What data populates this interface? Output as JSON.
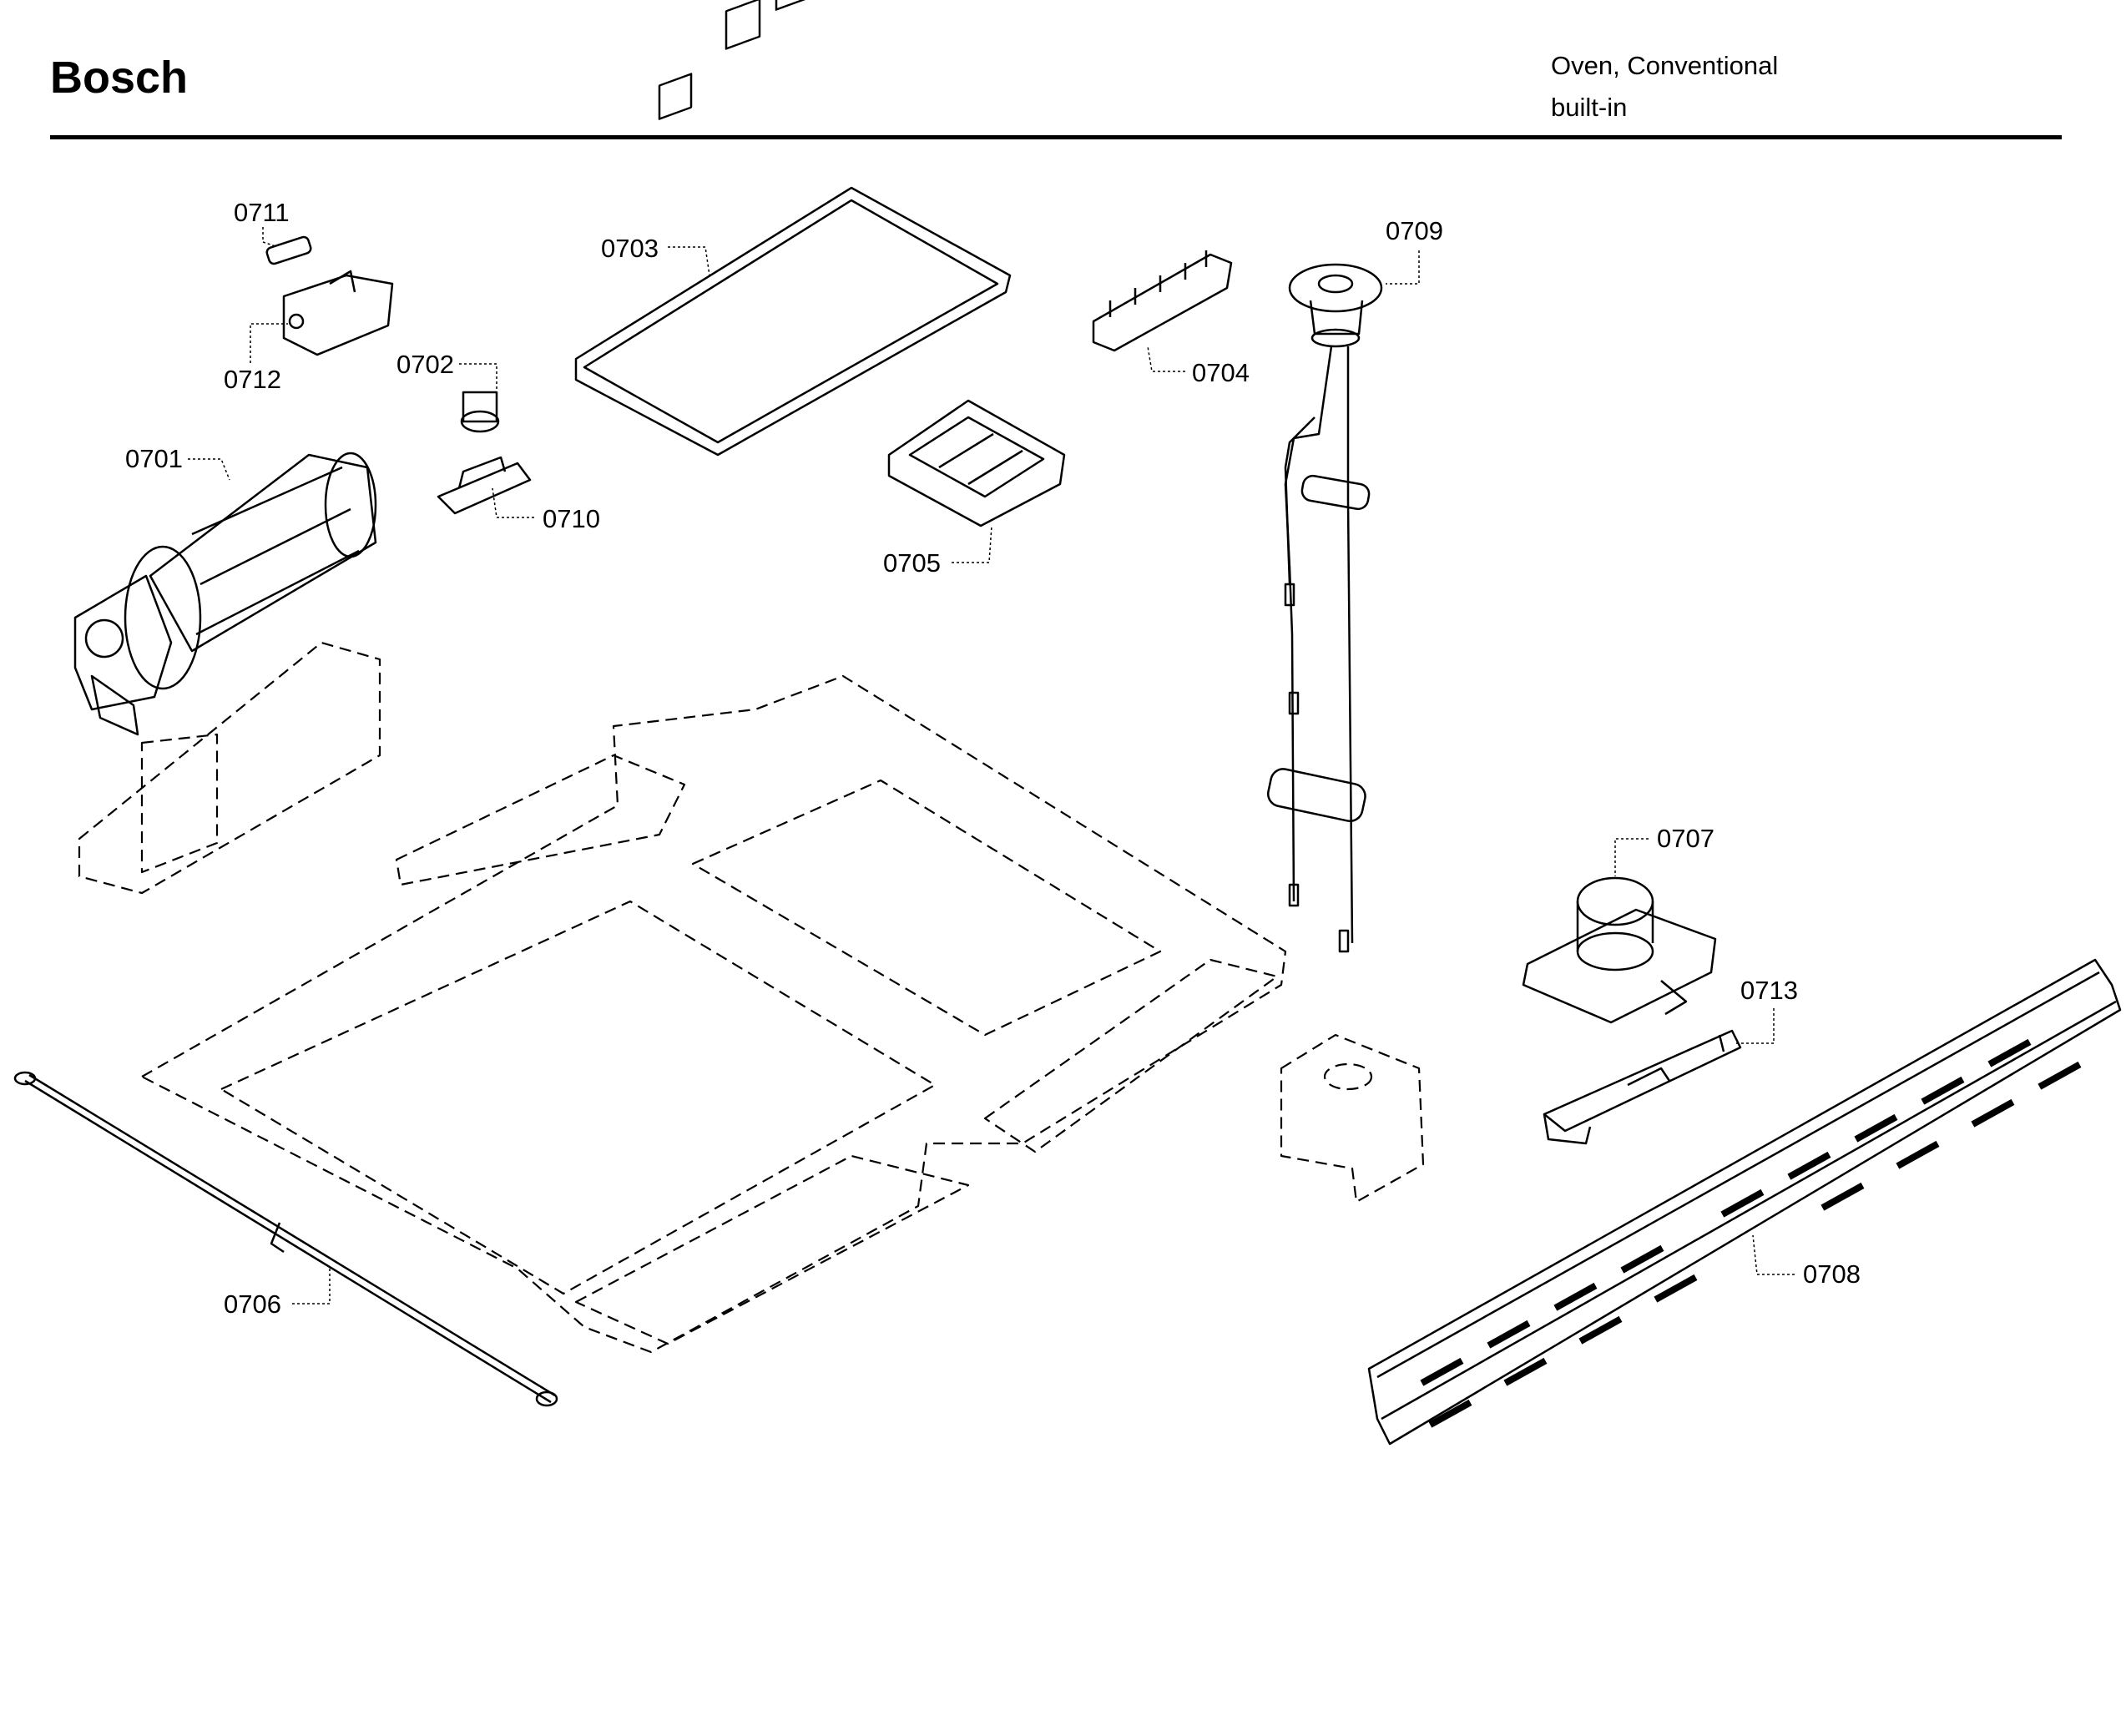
{
  "header": {
    "brand": "Bosch",
    "appliance_type": "Oven, Conventional",
    "install_type": "built-in"
  },
  "callouts": [
    {
      "id": "c0701",
      "label": "0701"
    },
    {
      "id": "c0702",
      "label": "0702"
    },
    {
      "id": "c0703",
      "label": "0703"
    },
    {
      "id": "c0704",
      "label": "0704"
    },
    {
      "id": "c0705",
      "label": "0705"
    },
    {
      "id": "c0706",
      "label": "0706"
    },
    {
      "id": "c0707",
      "label": "0707"
    },
    {
      "id": "c0708",
      "label": "0708"
    },
    {
      "id": "c0709",
      "label": "0709"
    },
    {
      "id": "c0710",
      "label": "0710"
    },
    {
      "id": "c0711",
      "label": "0711"
    },
    {
      "id": "c0712",
      "label": "0712"
    },
    {
      "id": "c0713",
      "label": "0713"
    }
  ]
}
